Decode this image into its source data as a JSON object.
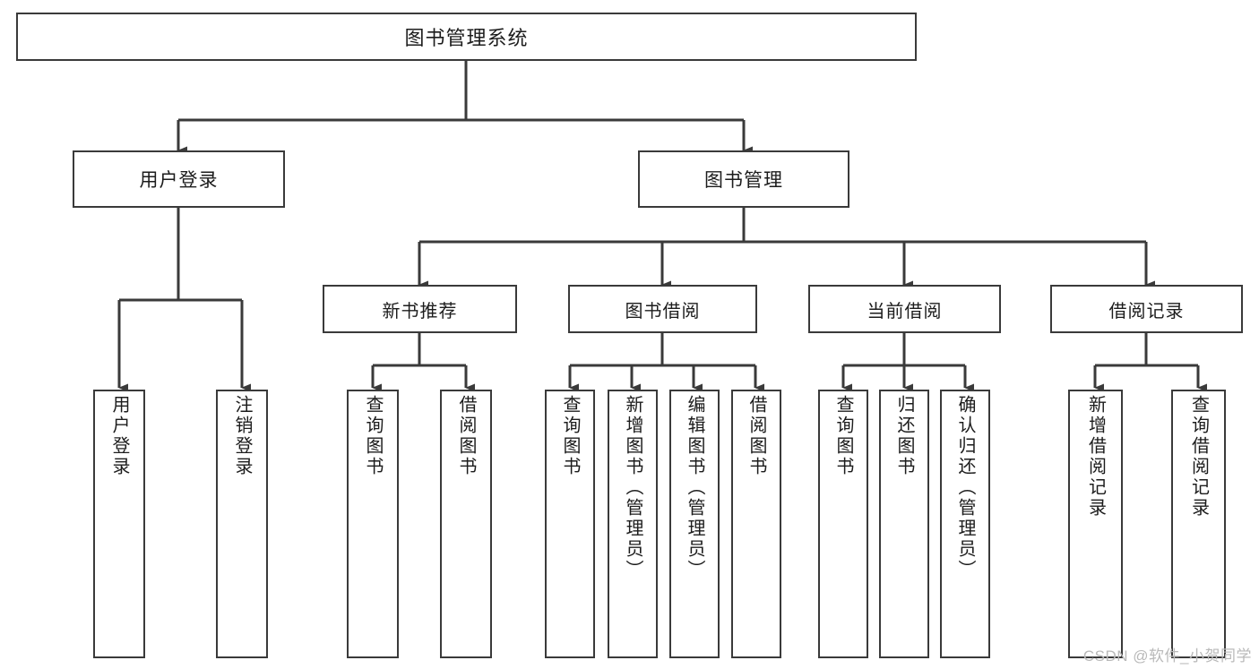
{
  "diagram": {
    "type": "tree",
    "title": "图书管理系统",
    "background_color": "#ffffff",
    "line_color": "#3a3a3a",
    "text_color": "#1c1c1c",
    "root": {
      "label": "图书管理系统"
    },
    "level2": [
      {
        "label": "用户登录"
      },
      {
        "label": "图书管理"
      }
    ],
    "level3": [
      {
        "label": "新书推荐"
      },
      {
        "label": "图书借阅"
      },
      {
        "label": "当前借阅"
      },
      {
        "label": "借阅记录"
      }
    ],
    "leaves": {
      "user_login": [
        {
          "label": "用户登录"
        },
        {
          "label": "注销登录"
        }
      ],
      "new_book_recommend": [
        {
          "label": "查询图书"
        },
        {
          "label": "借阅图书"
        }
      ],
      "book_borrow": [
        {
          "label": "查询图书"
        },
        {
          "label": "新增图书（管理员）"
        },
        {
          "label": "编辑图书（管理员）"
        },
        {
          "label": "借阅图书"
        }
      ],
      "current_borrow": [
        {
          "label": "查询图书"
        },
        {
          "label": "归还图书"
        },
        {
          "label": "确认归还（管理员）"
        }
      ],
      "borrow_record": [
        {
          "label": "新增借阅记录"
        },
        {
          "label": "查询借阅记录"
        }
      ]
    }
  },
  "watermark": {
    "text": "CSDN @软件_小贺同学"
  }
}
